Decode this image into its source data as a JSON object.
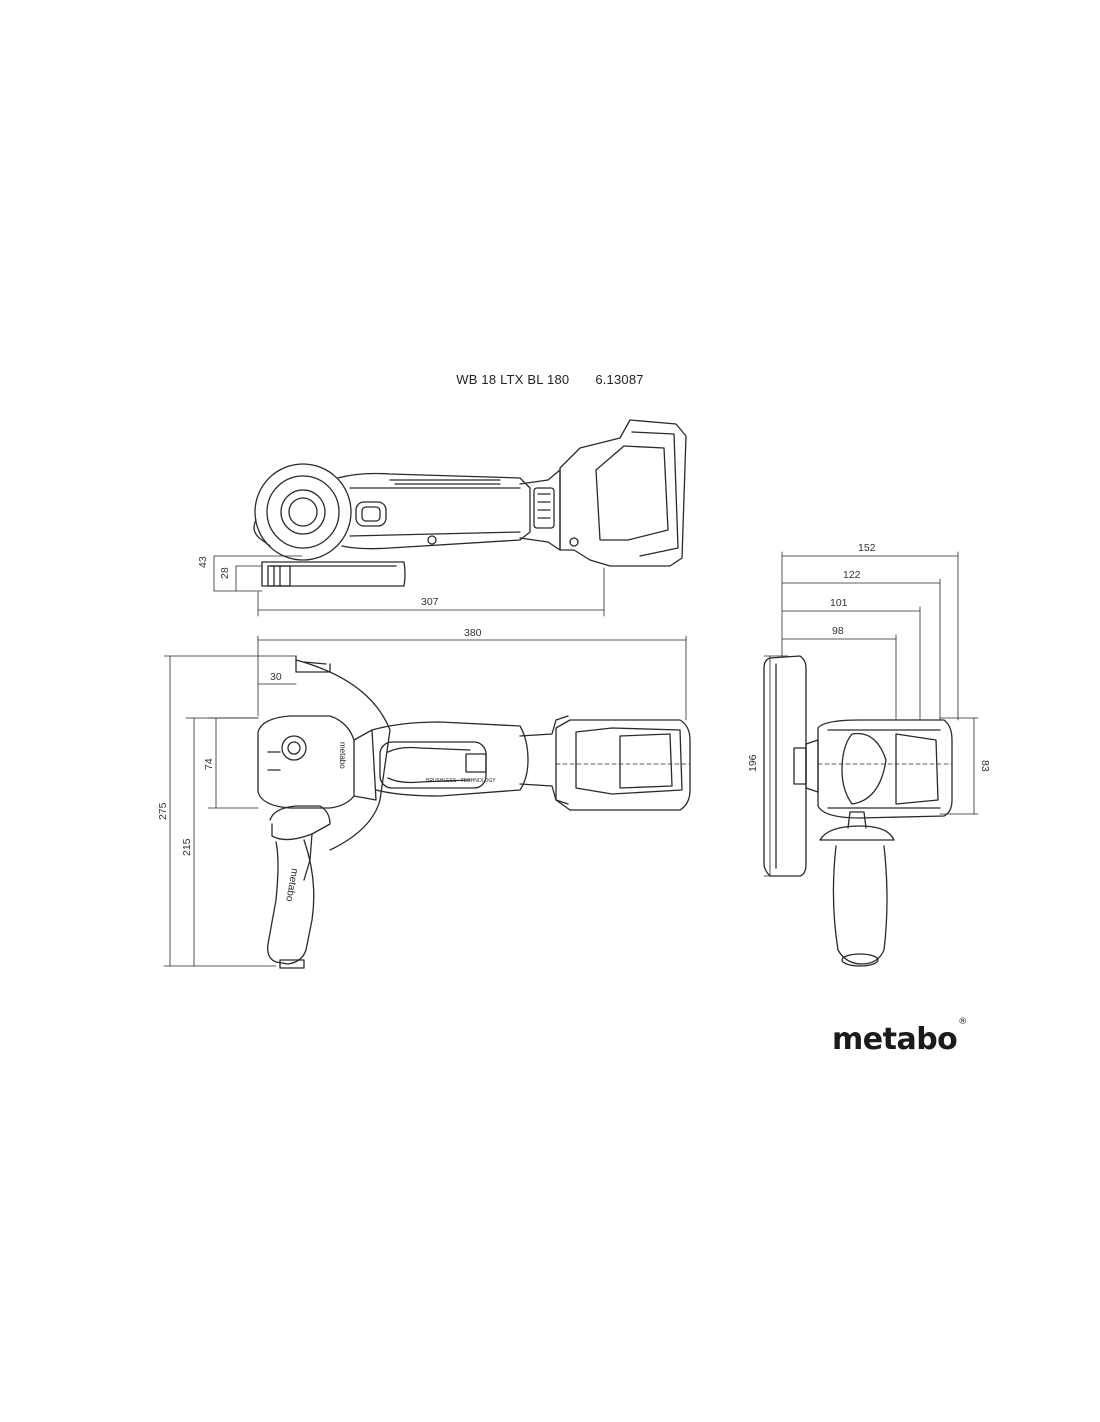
{
  "header": {
    "model": "WB 18 LTX BL 180",
    "article_number": "6.13087"
  },
  "dimensions": {
    "top_view": {
      "height_total": "43",
      "height_lower": "28",
      "length": "307"
    },
    "front_view": {
      "overall_length": "380",
      "guard_offset": "30",
      "head_height": "74",
      "overall_height": "275",
      "handle_height": "215"
    },
    "side_view": {
      "width_152": "152",
      "width_122": "122",
      "width_101": "101",
      "width_98": "98",
      "disc_height": "196",
      "body_height": "83"
    }
  },
  "labels": {
    "handle_print": "metabo",
    "head_print": "metabo",
    "tech_badge": "BRUSHLESS · TECHNOLOGY"
  },
  "brand": {
    "logo_text": "metabo",
    "logo_mark": "®",
    "line_color": "#2a2a2a"
  }
}
